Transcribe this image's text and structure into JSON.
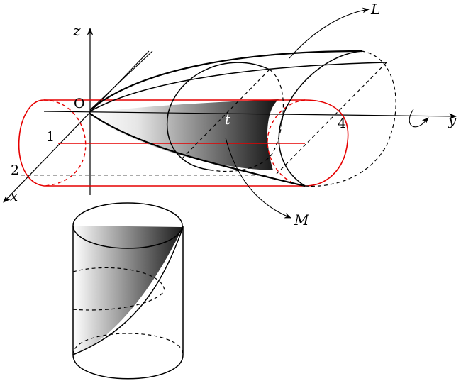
{
  "labels": {
    "z_axis": "z",
    "y_axis": "y",
    "x_axis": "x",
    "origin": "O",
    "tick_1": "1",
    "tick_2": "2",
    "tick_4": "4",
    "param_t": "t",
    "curve_L": "L",
    "solid_M": "M"
  },
  "colors": {
    "line": "#000000",
    "cylinder": "#e60000",
    "shade_dark": "#1a1a1a",
    "shade_light": "#ffffff"
  }
}
